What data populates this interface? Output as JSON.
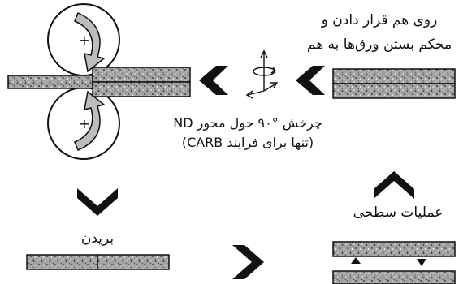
{
  "steps": {
    "stack": {
      "label_line1": "روی هم قرار دادن و",
      "label_line2": "محکم بستن ورق‌ها به هم"
    },
    "rotate": {
      "label_line1": "چرخش °۹۰ حول محور ND",
      "label_line2": "(تنها برای فرایند CARB)"
    },
    "cut": {
      "label": "بریدن"
    },
    "surface": {
      "label": "عملیات سطحی"
    },
    "roll": {
      "top_sign": "+",
      "bottom_sign": "+"
    }
  },
  "colors": {
    "sheet_fill": "#9a9a9a",
    "arrow": "#111111",
    "roll_arrow": "#bdbdbd"
  }
}
